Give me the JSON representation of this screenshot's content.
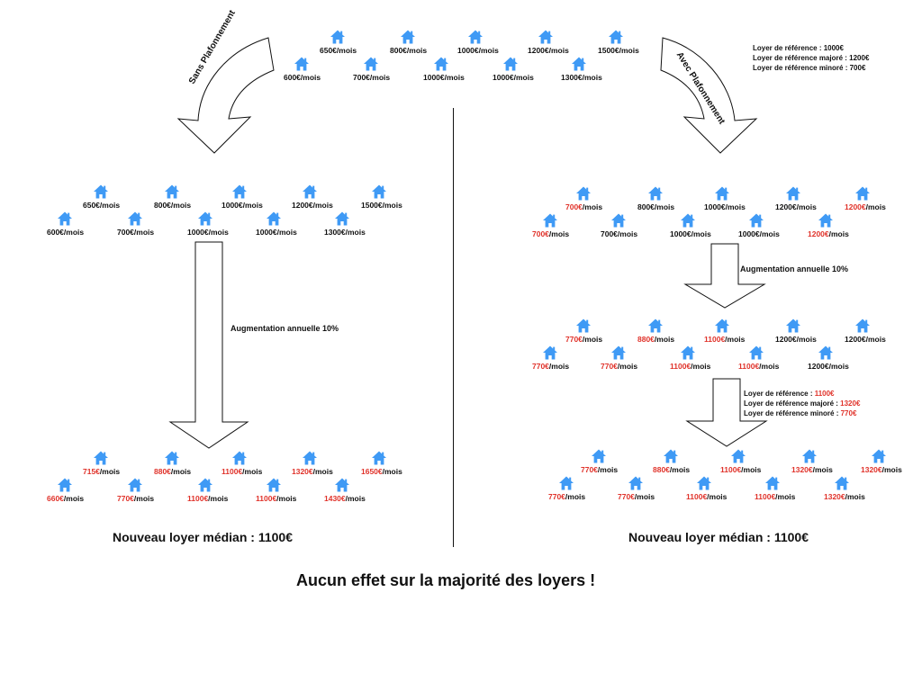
{
  "colors": {
    "house": "#3f9af5",
    "highlight": "#e0322a",
    "text": "#111111"
  },
  "icon": "house-icon",
  "top_group": {
    "items": [
      {
        "price": "600€/mois",
        "hl": false
      },
      {
        "price": "650€/mois",
        "hl": false
      },
      {
        "price": "700€/mois",
        "hl": false
      },
      {
        "price": "800€/mois",
        "hl": false
      },
      {
        "price": "1000€/mois",
        "hl": false
      },
      {
        "price": "1000€/mois",
        "hl": false
      },
      {
        "price": "1000€/mois",
        "hl": false
      },
      {
        "price": "1200€/mois",
        "hl": false
      },
      {
        "price": "1300€/mois",
        "hl": false
      },
      {
        "price": "1500€/mois",
        "hl": false
      }
    ]
  },
  "reference_top": {
    "lines": [
      {
        "label": "Loyer de référence : ",
        "value": "1000€",
        "hl": false
      },
      {
        "label": "Loyer de référence majoré : ",
        "value": "1200€",
        "hl": false
      },
      {
        "label": "Loyer de référence minoré : ",
        "value": "700€",
        "hl": false
      }
    ]
  },
  "arrow_left_label": "Sans Plafonnement",
  "arrow_right_label": "Avec Plafonnement",
  "left": {
    "before": [
      {
        "price": "600€/mois",
        "hl": false
      },
      {
        "price": "650€/mois",
        "hl": false
      },
      {
        "price": "700€/mois",
        "hl": false
      },
      {
        "price": "800€/mois",
        "hl": false
      },
      {
        "price": "1000€/mois",
        "hl": false
      },
      {
        "price": "1000€/mois",
        "hl": false
      },
      {
        "price": "1000€/mois",
        "hl": false
      },
      {
        "price": "1200€/mois",
        "hl": false
      },
      {
        "price": "1300€/mois",
        "hl": false
      },
      {
        "price": "1500€/mois",
        "hl": false
      }
    ],
    "increase_label": "Augmentation annuelle 10%",
    "after": [
      {
        "price": "660€/mois",
        "hl": true
      },
      {
        "price": "715€/mois",
        "hl": true
      },
      {
        "price": "770€/mois",
        "hl": true
      },
      {
        "price": "880€/mois",
        "hl": true
      },
      {
        "price": "1100€/mois",
        "hl": true
      },
      {
        "price": "1100€/mois",
        "hl": true
      },
      {
        "price": "1100€/mois",
        "hl": true
      },
      {
        "price": "1320€/mois",
        "hl": true
      },
      {
        "price": "1430€/mois",
        "hl": true
      },
      {
        "price": "1650€/mois",
        "hl": true
      }
    ],
    "median": "Nouveau loyer médian : 1100€"
  },
  "right": {
    "capped": [
      {
        "price": "700€/mois",
        "hl": true
      },
      {
        "price": "700€/mois",
        "hl": true
      },
      {
        "price": "700€/mois",
        "hl": false
      },
      {
        "price": "800€/mois",
        "hl": false
      },
      {
        "price": "1000€/mois",
        "hl": false
      },
      {
        "price": "1000€/mois",
        "hl": false
      },
      {
        "price": "1000€/mois",
        "hl": false
      },
      {
        "price": "1200€/mois",
        "hl": false
      },
      {
        "price": "1200€/mois",
        "hl": true
      },
      {
        "price": "1200€/mois",
        "hl": true
      }
    ],
    "increase_label": "Augmentation annuelle 10%",
    "raised": [
      {
        "price": "770€/mois",
        "hl": true
      },
      {
        "price": "770€/mois",
        "hl": true
      },
      {
        "price": "770€/mois",
        "hl": true
      },
      {
        "price": "880€/mois",
        "hl": true
      },
      {
        "price": "1100€/mois",
        "hl": true
      },
      {
        "price": "1100€/mois",
        "hl": true
      },
      {
        "price": "1100€/mois",
        "hl": true
      },
      {
        "price": "1200€/mois",
        "hl": false
      },
      {
        "price": "1200€/mois",
        "hl": false
      },
      {
        "price": "1200€/mois",
        "hl": false
      }
    ],
    "reference_new": {
      "lines": [
        {
          "label": "Loyer de référence : ",
          "value": "1100€",
          "hl": true
        },
        {
          "label": "Loyer de référence majoré : ",
          "value": "1320€",
          "hl": true
        },
        {
          "label": "Loyer de référence minoré : ",
          "value": "770€",
          "hl": true
        }
      ]
    },
    "final": [
      {
        "price": "770€/mois",
        "hl": true
      },
      {
        "price": "770€/mois",
        "hl": true
      },
      {
        "price": "770€/mois",
        "hl": true
      },
      {
        "price": "880€/mois",
        "hl": true
      },
      {
        "price": "1100€/mois",
        "hl": true
      },
      {
        "price": "1100€/mois",
        "hl": true
      },
      {
        "price": "1100€/mois",
        "hl": true
      },
      {
        "price": "1320€/mois",
        "hl": true
      },
      {
        "price": "1320€/mois",
        "hl": true
      },
      {
        "price": "1320€/mois",
        "hl": true
      }
    ],
    "median": "Nouveau loyer médian : 1100€"
  },
  "conclusion": "Aucun effet sur la majorité des loyers !"
}
